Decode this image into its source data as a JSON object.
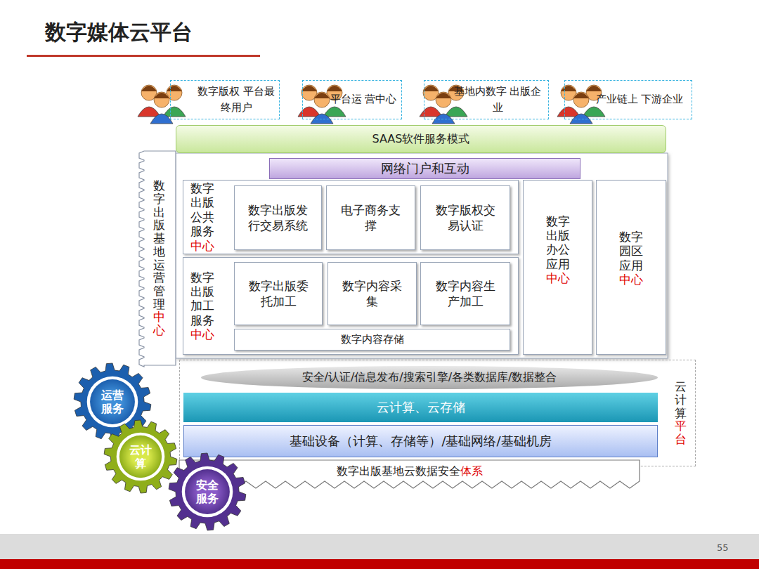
{
  "diagram": {
    "title": "数字媒体云平台",
    "nodes": [
      {
        "text": [
          "数字版权 平台最终用户"
        ]
      },
      {
        "text": [
          "平台运 营中心"
        ]
      },
      {
        "text": [
          "基地内数字 出版企业"
        ]
      },
      {
        "text": [
          "产业链上 下游企业"
        ]
      },
      {
        "text": [
          "SAAS软件服务模式"
        ]
      },
      {
        "text": [
          "数字出版基地运营管理",
          "中心"
        ]
      },
      {
        "text": [
          "网络门户和互动"
        ]
      },
      {
        "text": [
          "数字出版公共服务",
          "中心"
        ]
      },
      {
        "text": [
          "数字出版发行交易系统"
        ],
        "in": 7
      },
      {
        "text": [
          "电子商务支撑"
        ],
        "in": 7
      },
      {
        "text": [
          "数字版权交易认证"
        ],
        "in": 7
      },
      {
        "text": [
          "数字出版加工服务",
          "中心"
        ]
      },
      {
        "text": [
          "数字出版委托加工"
        ],
        "in": 11
      },
      {
        "text": [
          "数字内容采集"
        ],
        "in": 11
      },
      {
        "text": [
          "数字内容生产加工"
        ],
        "in": 11
      },
      {
        "text": [
          "数字内容存储"
        ],
        "in": 11
      },
      {
        "text": [
          "数字出版办公应用",
          "中心"
        ]
      },
      {
        "text": [
          "数字园区应用",
          "中心"
        ]
      },
      {
        "text": [
          "云计算",
          "平台"
        ]
      },
      {
        "text": [
          "安全/认证/信息发布/搜索引擎/各类数据库/数据整合"
        ],
        "in": 18
      },
      {
        "text": [
          "云计算、云存储"
        ],
        "in": 18
      },
      {
        "text": [
          "基础设备（计算、存储等）/基础网络/基础机房"
        ],
        "in": 18
      },
      {
        "text": [
          "数字出版基地云数据安全",
          "体系"
        ]
      },
      {
        "text": [
          "运营服务"
        ]
      },
      {
        "text": [
          "云计算"
        ]
      },
      {
        "text": [
          "安全服务"
        ]
      }
    ],
    "labels": [
      "55"
    ]
  }
}
